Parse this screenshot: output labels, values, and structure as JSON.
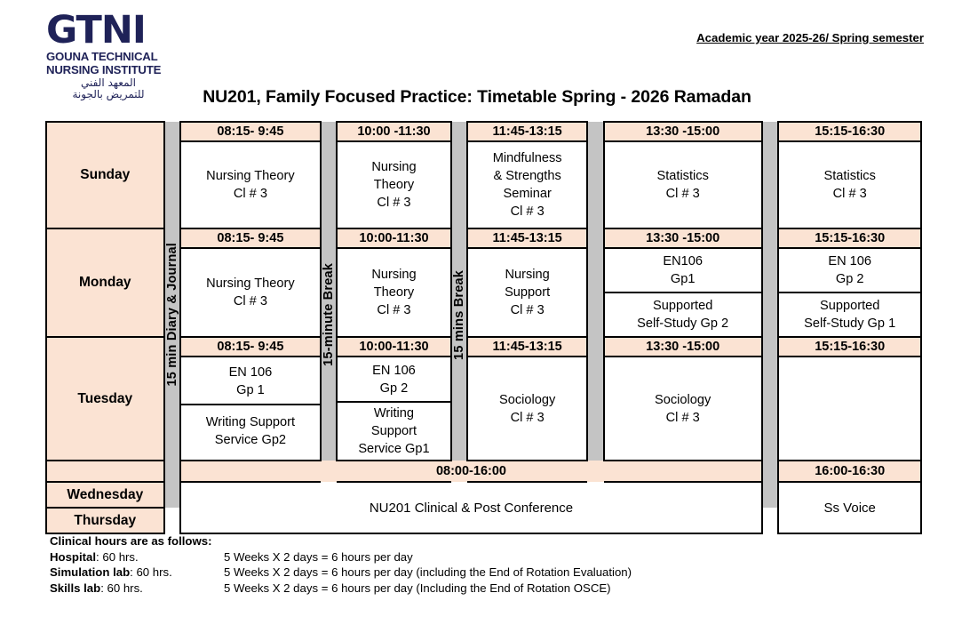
{
  "header": {
    "logo_mark": "GTNI",
    "logo_line1": "GOUNA TECHNICAL",
    "logo_line2": "NURSING INSTITUTE",
    "logo_arabic1": "المعهد الفني",
    "logo_arabic2": "للتمريض بالجونة",
    "academic_year": "Academic year 2025-26/ Spring semester",
    "title": "NU201, Family Focused Practice: Timetable Spring - 2026 Ramadan",
    "brand_color": "#1f2258"
  },
  "colors": {
    "header_fill": "#fbe3d3",
    "break_fill": "#c4c4c4",
    "cell_fill": "#ffffff",
    "border": "#000000"
  },
  "breaks": [
    {
      "label": "15 min Diary & Journal"
    },
    {
      "label": "15-minute Break"
    },
    {
      "label": "15 mins Break"
    }
  ],
  "days": [
    {
      "name": "Sunday",
      "slots": [
        {
          "time": "08:15- 9:45",
          "lines": [
            "Nursing Theory",
            "Cl # 3"
          ]
        },
        {
          "time": "10:00 -11:30",
          "lines": [
            "Nursing",
            "Theory",
            "Cl # 3"
          ]
        },
        {
          "time": "11:45-13:15",
          "lines": [
            "Mindfulness",
            "& Strengths",
            "Seminar",
            "Cl # 3"
          ]
        },
        {
          "time": "13:30 -15:00",
          "lines": [
            "Statistics",
            "Cl # 3"
          ]
        },
        {
          "time": "15:15-16:30",
          "lines": [
            "Statistics",
            "Cl # 3"
          ]
        }
      ]
    },
    {
      "name": "Monday",
      "slots": [
        {
          "time": "08:15- 9:45",
          "lines": [
            "Nursing Theory",
            "Cl # 3"
          ]
        },
        {
          "time": "10:00-11:30",
          "lines": [
            "Nursing",
            "Theory",
            "Cl # 3"
          ]
        },
        {
          "time": "11:45-13:15",
          "lines": [
            "Nursing",
            "Support",
            "Cl # 3"
          ]
        },
        {
          "time": "13:30 -15:00",
          "top": [
            "EN106",
            "Gp1"
          ],
          "bottom": [
            "Supported",
            "Self-Study Gp 2"
          ]
        },
        {
          "time": "15:15-16:30",
          "top": [
            "EN 106",
            "Gp 2"
          ],
          "bottom": [
            "Supported",
            "Self-Study Gp 1"
          ]
        }
      ]
    },
    {
      "name": "Tuesday",
      "slots": [
        {
          "time": "08:15- 9:45",
          "top": [
            "EN 106",
            "Gp 1"
          ],
          "bottom": [
            "Writing Support",
            "Service Gp2"
          ]
        },
        {
          "time": "10:00-11:30",
          "top": [
            "EN 106",
            "Gp 2"
          ],
          "bottom": [
            "Writing",
            "Support",
            "Service Gp1"
          ]
        },
        {
          "time": "11:45-13:15",
          "lines": [
            "Sociology",
            "Cl # 3"
          ]
        },
        {
          "time": "13:30 -15:00",
          "lines": [
            "Sociology",
            "Cl # 3"
          ]
        },
        {
          "time": "15:15-16:30",
          "lines": []
        }
      ]
    }
  ],
  "clinical_block": {
    "day_line1": "Wednesday",
    "day_line2": "Thursday",
    "main_time": "08:00-16:00",
    "main_label": "NU201 Clinical & Post Conference",
    "last_time": "16:00-16:30",
    "last_label": "Ss Voice"
  },
  "notes": {
    "heading": "Clinical hours are as follows:",
    "rows": [
      {
        "label": "Hospital",
        "value": ": 60 hrs.",
        "detail": "5 Weeks X 2 days = 6 hours per day"
      },
      {
        "label": "Simulation lab",
        "value": ": 60 hrs.",
        "detail": "5 Weeks X 2 days = 6 hours per day (including the End of Rotation Evaluation)"
      },
      {
        "label": "Skills lab",
        "value": ": 60 hrs.",
        "detail": "5 Weeks X 2 days = 6 hours per day (Including the End of Rotation OSCE)"
      }
    ]
  }
}
